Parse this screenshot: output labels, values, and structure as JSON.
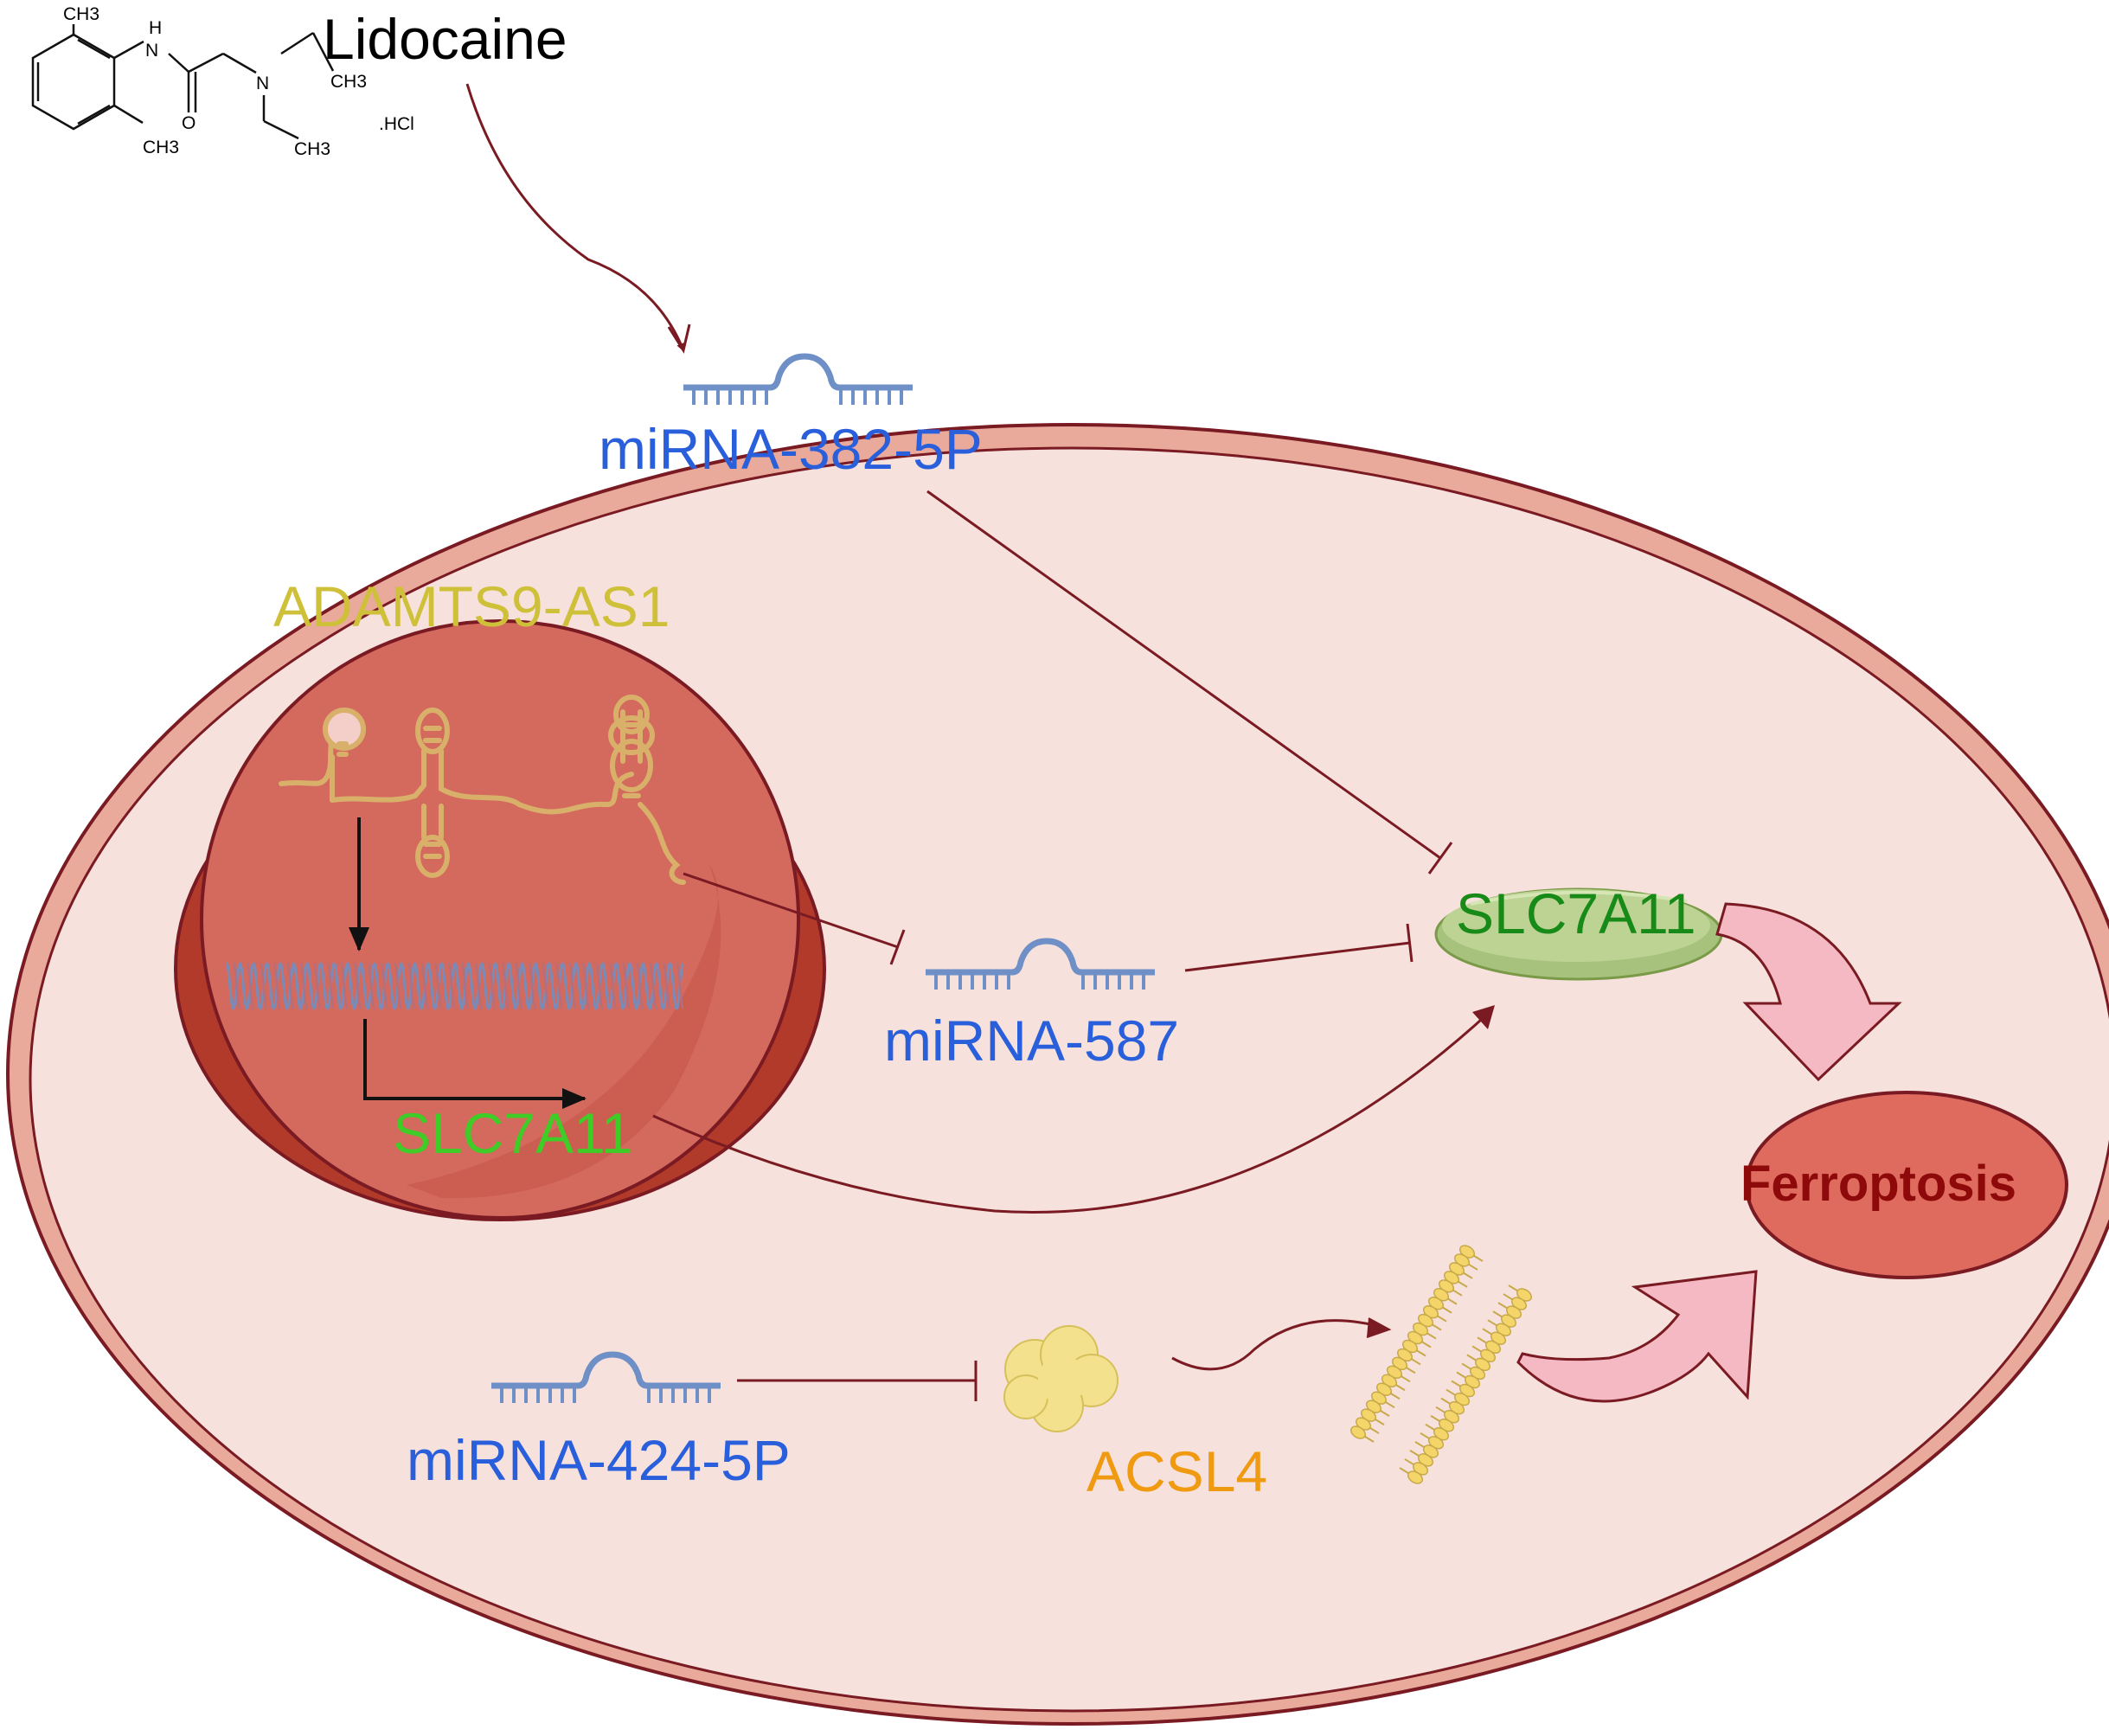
{
  "drug": {
    "name": "Lidocaine",
    "salt": ".HCl",
    "atoms": {
      "h": "H",
      "n_amide": "N",
      "n_amine": "N",
      "o": "O"
    },
    "methyl_groups": [
      "CH3",
      "CH3",
      "CH3",
      "CH3"
    ]
  },
  "labels": {
    "mirna_382": "miRNA-382-5P",
    "lncrna": "ADAMTS9-AS1",
    "slc7a11_membrane": "SLC7A11",
    "mirna_587": "miRNA-587",
    "slc7a11_nucleus": "SLC7A11",
    "ferroptosis": "Ferroptosis",
    "mirna_424": "miRNA-424-5P",
    "acsl4": "ACSL4"
  },
  "colors": {
    "cell_fill": "#f7e1dc",
    "cell_membrane": "#e9aa9b",
    "outline": "#7a1a22",
    "nucleus_fill": "#d4695e",
    "nucleus_shadow": "#b23a2a",
    "mirna_text": "#2a5fdc",
    "mirna_glyph": "#6f8fc7",
    "lncrna_text": "#cfc03a",
    "lncrna_strand": "#d8b06a",
    "slc_membrane_text": "#178a17",
    "slc_nucleus_text": "#3fcc26",
    "slc_protein": "#b6cf8f",
    "acsl4_text": "#f09a12",
    "acsl4_blob": "#f3e18e",
    "ferroptosis_fill": "#df6b5e",
    "ferroptosis_text": "#8e0a0a",
    "big_arrow": "#f4b9c2",
    "lipid_head": "#f3d56a",
    "dna_strand_a": "#7a8bb7",
    "dna_strand_b": "#b07080"
  }
}
